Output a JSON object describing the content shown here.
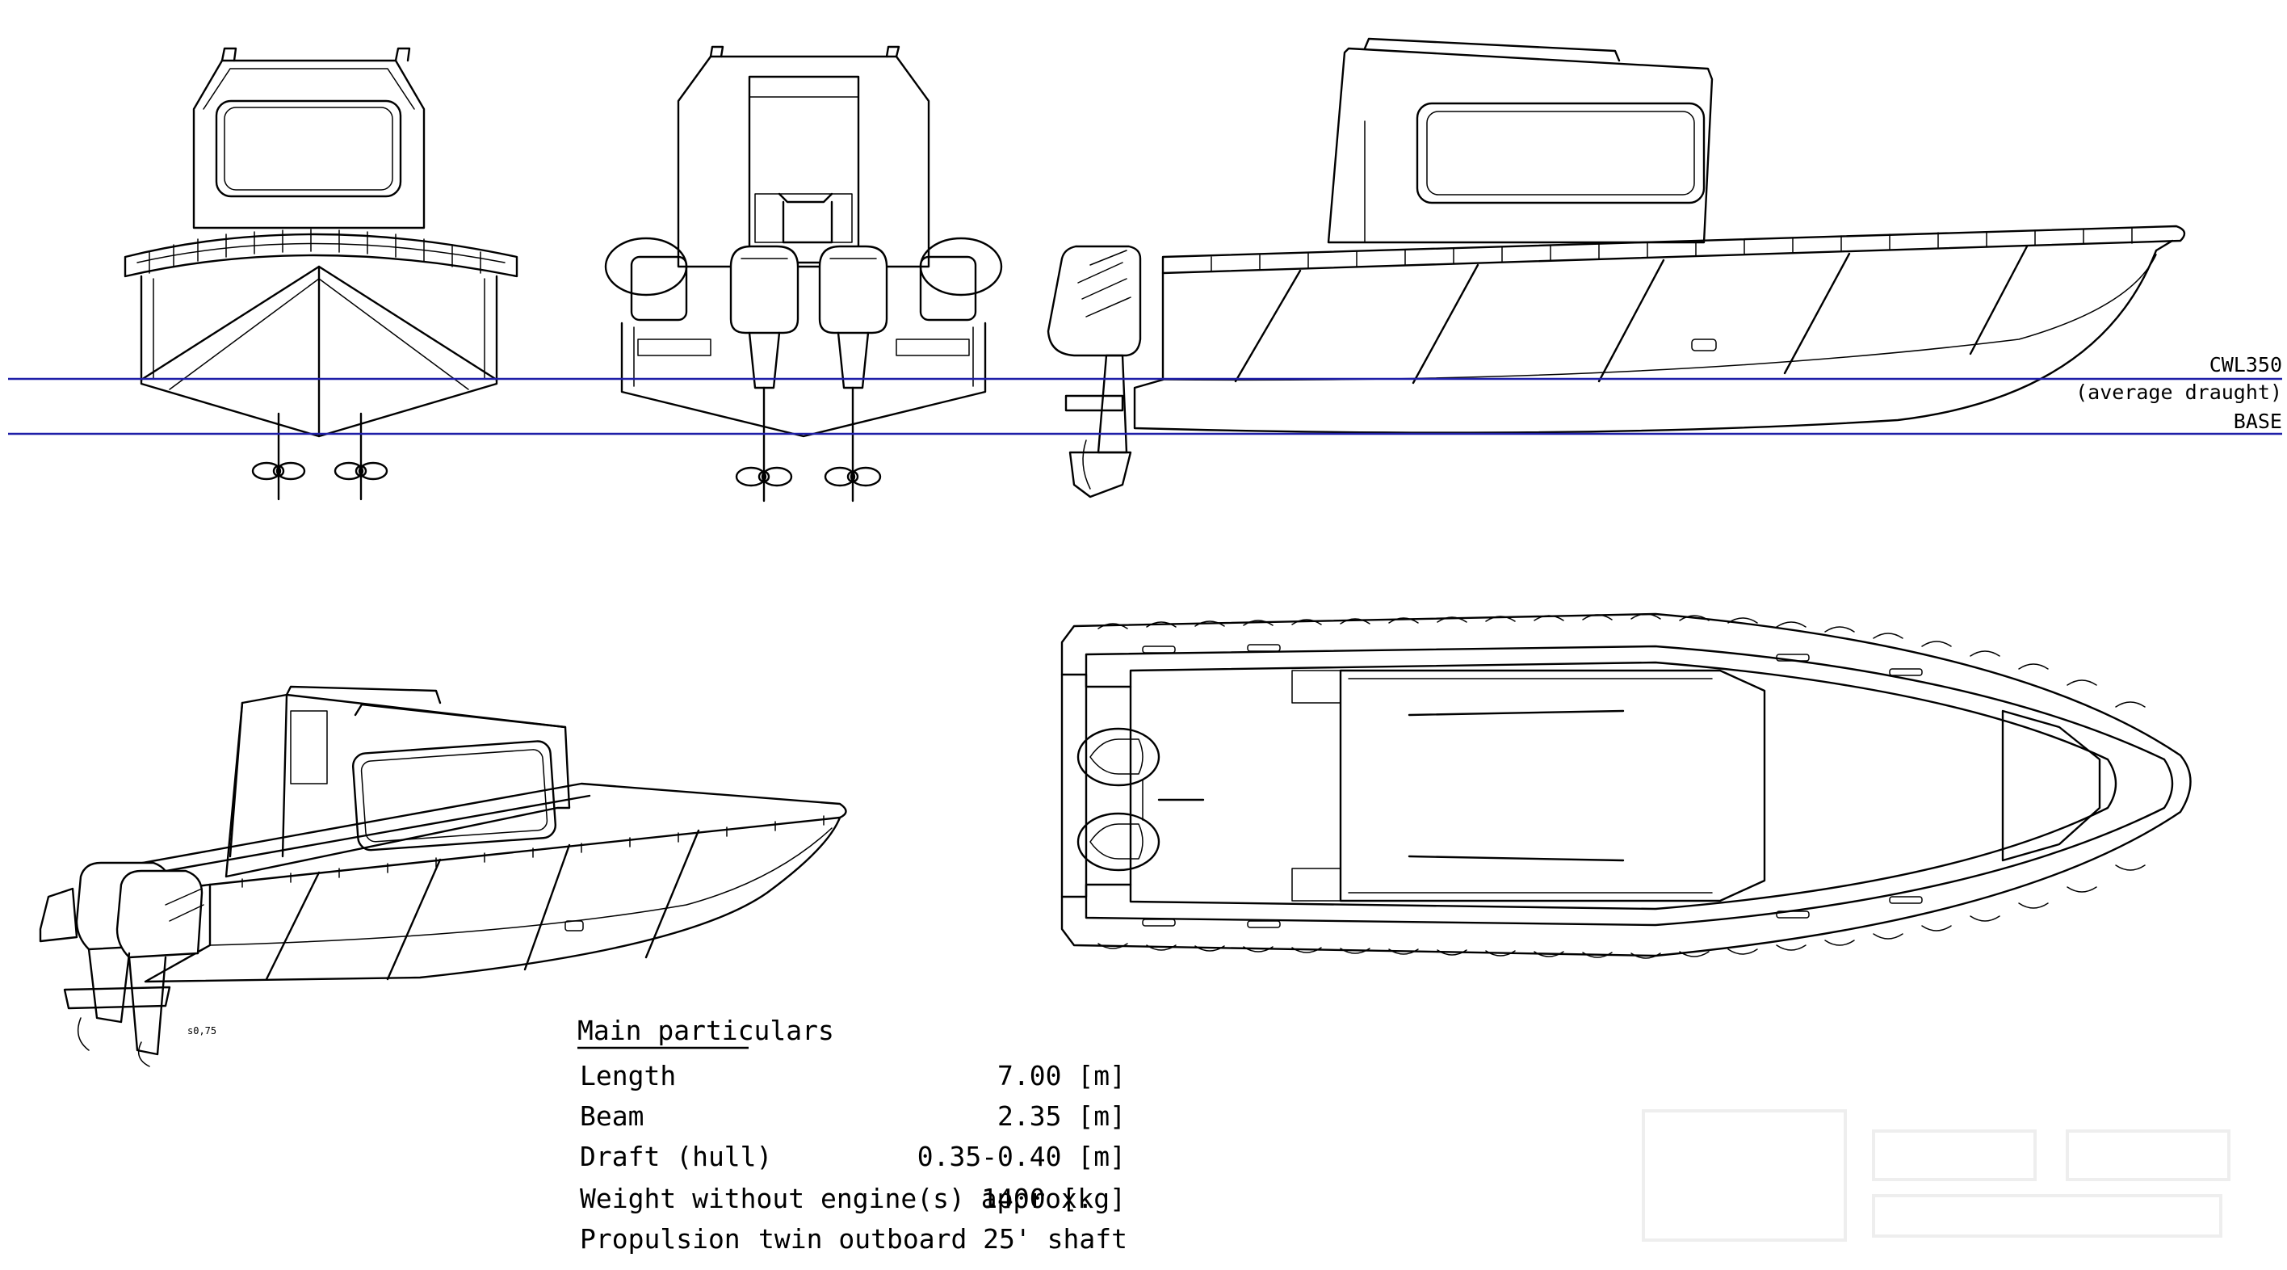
{
  "reference_lines": {
    "cwl_label": "CWL350",
    "cwl_note": "(average draught)",
    "base_label": "BASE",
    "color": "#1f1fa8"
  },
  "scale_note": "s0,75",
  "particulars": {
    "title": "Main particulars",
    "rows": [
      {
        "label": "Length",
        "value": "7.00 [m]"
      },
      {
        "label": "Beam",
        "value": "2.35 [m]"
      },
      {
        "label": "Draft (hull)",
        "value": "0.35-0.40 [m]"
      },
      {
        "label": "Weight without engine(s) approx.",
        "value": "1400 [kg]"
      },
      {
        "label": "Propulsion",
        "value": "twin outboard 25' shaft"
      }
    ]
  }
}
